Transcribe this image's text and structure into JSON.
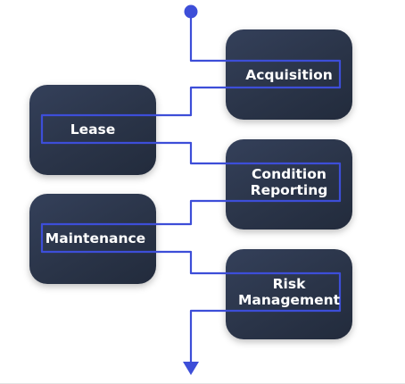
{
  "stages": [
    {
      "id": "acquisition",
      "label": "Acquisition",
      "side": "right"
    },
    {
      "id": "lease",
      "label": "Lease",
      "side": "left"
    },
    {
      "id": "condition-reporting",
      "label": "Condition\nReporting",
      "side": "right"
    },
    {
      "id": "maintenance",
      "label": "Maintenance",
      "side": "left"
    },
    {
      "id": "risk-management",
      "label": "Risk\nManagement",
      "side": "right"
    }
  ],
  "colors": {
    "box": "#2a3448",
    "connector": "#3d4ed8",
    "label": "#ffffff"
  }
}
